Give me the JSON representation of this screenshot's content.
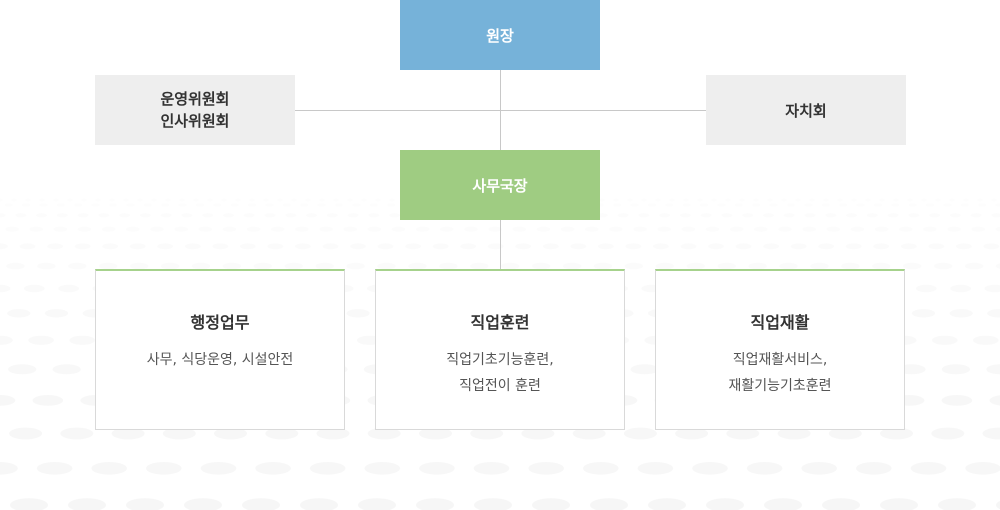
{
  "director": {
    "label": "원장"
  },
  "committees": {
    "line1": "운영위원회",
    "line2": "인사위원회"
  },
  "council": {
    "label": "자치회"
  },
  "secretary": {
    "label": "사무국장"
  },
  "departments": [
    {
      "title": "행정업무",
      "desc_lines": [
        "사무, 식당운영, 시설안전"
      ]
    },
    {
      "title": "직업훈련",
      "desc_lines": [
        "직업기초기능훈련,",
        "직업전이 훈련"
      ]
    },
    {
      "title": "직업재활",
      "desc_lines": [
        "직업재활서비스,",
        "재활기능기초훈련"
      ]
    }
  ],
  "colors": {
    "director": "#76b2d9",
    "secretary": "#9fcc82",
    "side_box": "#eeeeee",
    "dept_top_border": "#a6d28c",
    "connector": "#c8c8c8"
  }
}
